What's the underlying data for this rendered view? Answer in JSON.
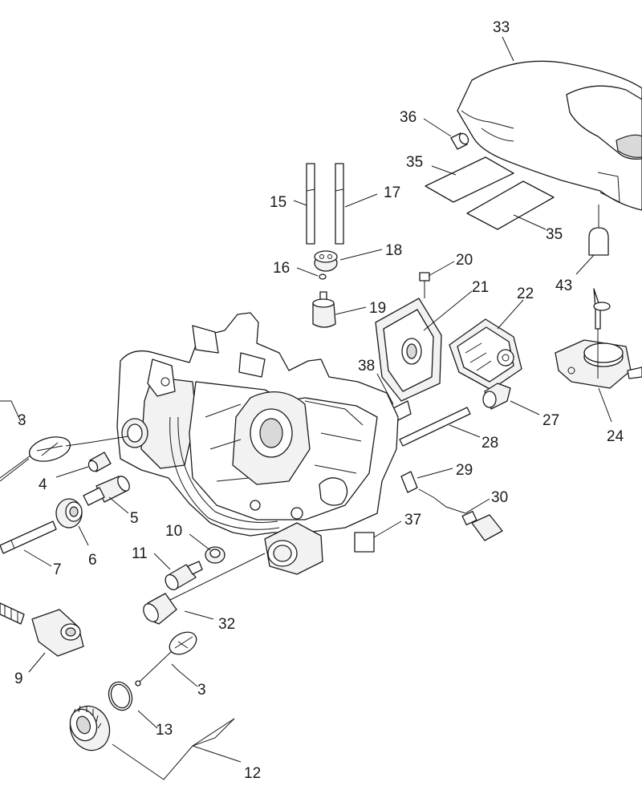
{
  "diagram": {
    "callouts": [
      {
        "id": "c33",
        "text": "33"
      },
      {
        "id": "c36",
        "text": "36"
      },
      {
        "id": "c35a",
        "text": "35"
      },
      {
        "id": "c35b",
        "text": "35"
      },
      {
        "id": "c15",
        "text": "15"
      },
      {
        "id": "c17",
        "text": "17"
      },
      {
        "id": "c18",
        "text": "18"
      },
      {
        "id": "c16",
        "text": "16"
      },
      {
        "id": "c19",
        "text": "19"
      },
      {
        "id": "c20",
        "text": "20"
      },
      {
        "id": "c21",
        "text": "21"
      },
      {
        "id": "c22",
        "text": "22"
      },
      {
        "id": "c43",
        "text": "43"
      },
      {
        "id": "c38",
        "text": "38"
      },
      {
        "id": "c27",
        "text": "27"
      },
      {
        "id": "c24",
        "text": "24"
      },
      {
        "id": "c28",
        "text": "28"
      },
      {
        "id": "c3a",
        "text": "3"
      },
      {
        "id": "c4",
        "text": "4"
      },
      {
        "id": "c29",
        "text": "29"
      },
      {
        "id": "c30",
        "text": "30"
      },
      {
        "id": "c5",
        "text": "5"
      },
      {
        "id": "c37",
        "text": "37"
      },
      {
        "id": "c10",
        "text": "10"
      },
      {
        "id": "c6",
        "text": "6"
      },
      {
        "id": "c11",
        "text": "11"
      },
      {
        "id": "c7",
        "text": "7"
      },
      {
        "id": "c32",
        "text": "32"
      },
      {
        "id": "c9",
        "text": "9"
      },
      {
        "id": "c3b",
        "text": "3"
      },
      {
        "id": "c13",
        "text": "13"
      },
      {
        "id": "c12",
        "text": "12"
      }
    ]
  }
}
